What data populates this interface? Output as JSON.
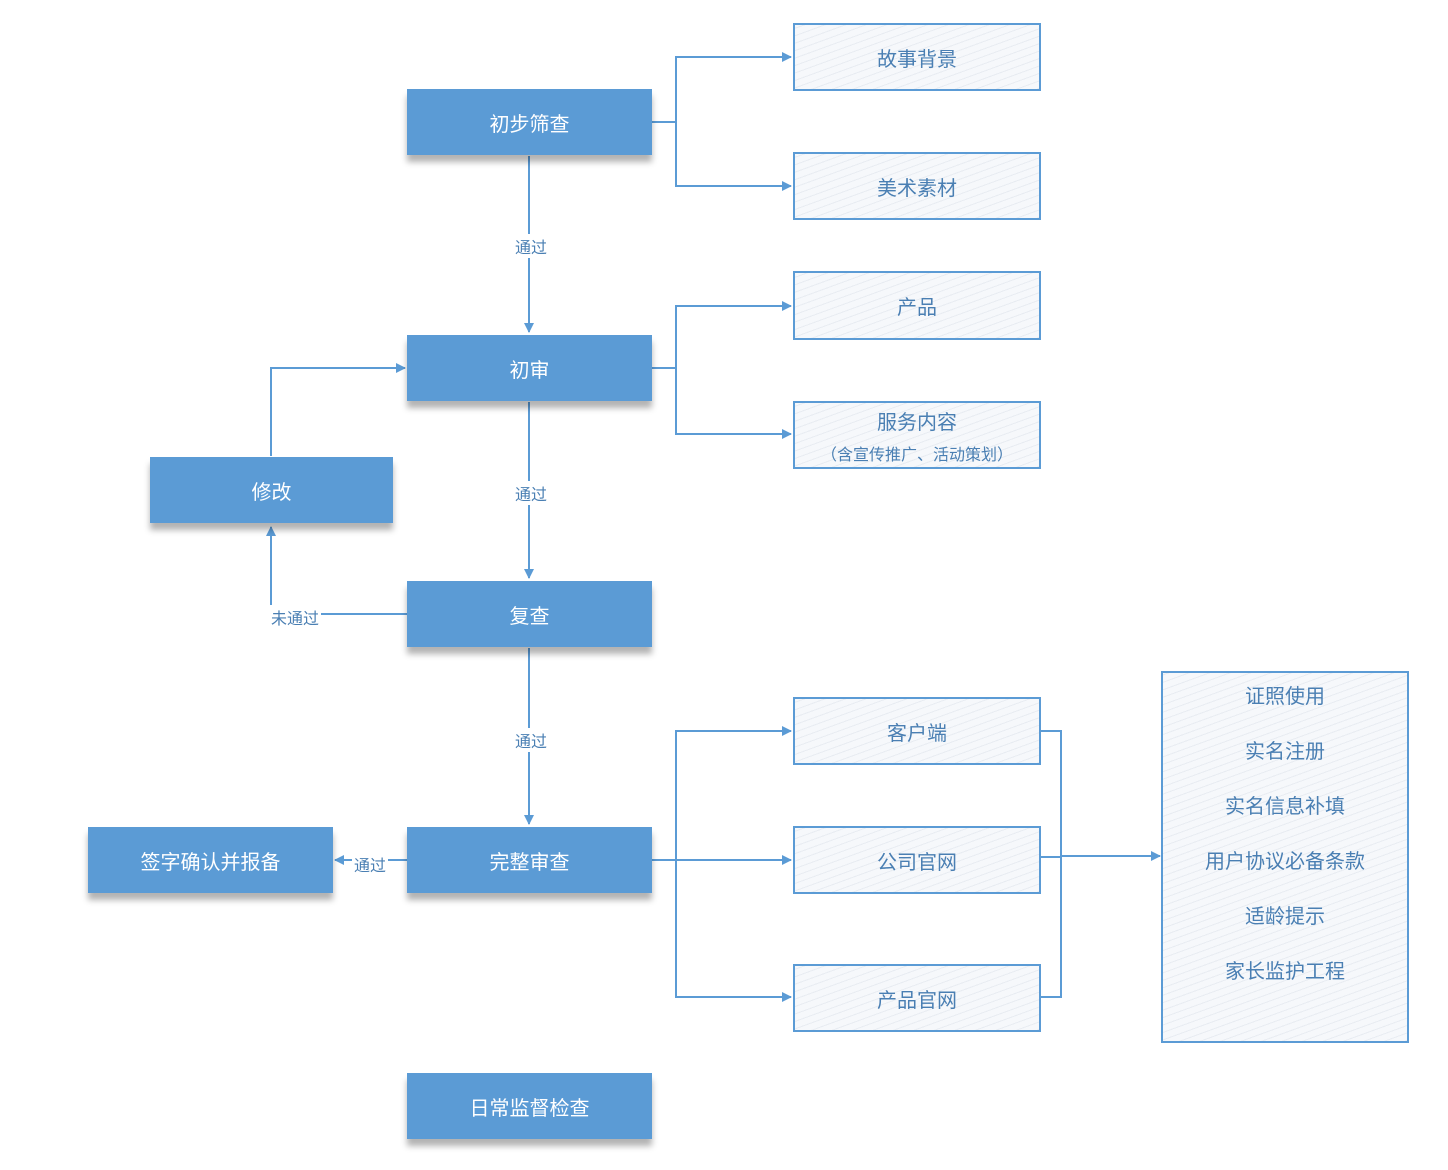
{
  "nodes": {
    "initial_screening": "初步筛查",
    "first_review": "初审",
    "modify": "修改",
    "re_check": "复查",
    "full_review": "完整审查",
    "sign_and_file": "签字确认并报备",
    "daily_supervision": "日常监督检查"
  },
  "screening_items": {
    "story_background": "故事背景",
    "art_materials": "美术素材"
  },
  "first_review_items": {
    "product": "产品",
    "service_content": "服务内容",
    "service_content_note": "（含宣传推广、活动策划）"
  },
  "full_review_items": {
    "client": "客户端",
    "company_site": "公司官网",
    "product_site": "产品官网"
  },
  "requirements": [
    "证照使用",
    "实名注册",
    "实名信息补填",
    "用户协议必备条款",
    "适龄提示",
    "家长监护工程"
  ],
  "edge_labels": {
    "pass_1": "通过",
    "pass_2": "通过",
    "pass_3": "通过",
    "pass_4": "通过",
    "not_pass": "未通过"
  },
  "colors": {
    "node_fill": "#5b9bd5",
    "connector": "#5b9bd5",
    "outline_text": "#4a7fb3"
  }
}
